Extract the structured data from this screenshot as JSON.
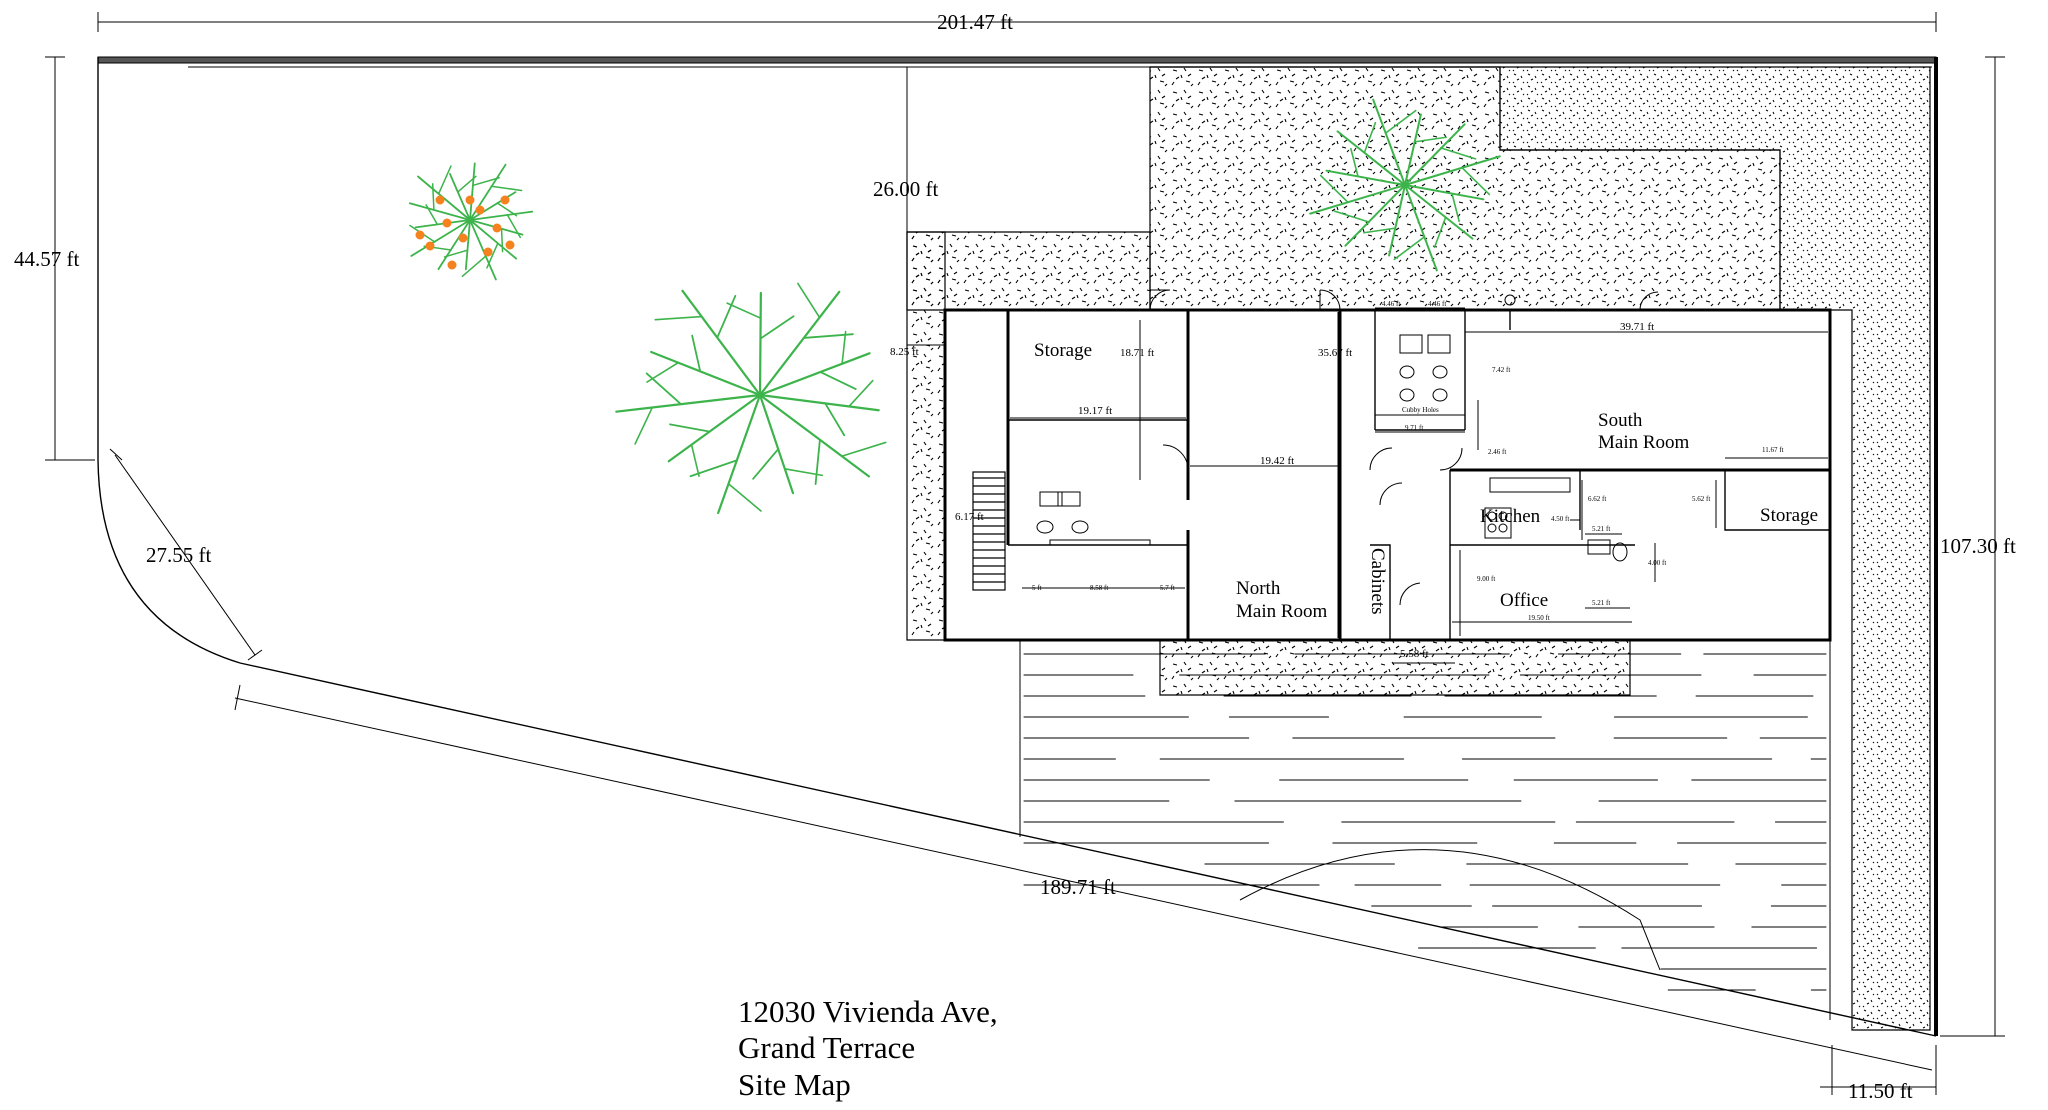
{
  "title": {
    "line1": "12030 Vivienda Ave,",
    "line2": "Grand Terrace",
    "line3": "Site Map"
  },
  "dimensions": {
    "top_width": "201.47 ft",
    "right_height": "107.30 ft",
    "left_height": "44.57 ft",
    "arc_length": "27.55 ft",
    "south_diagonal": "189.71 ft",
    "bottom_right": "11.50 ft",
    "setback": "26.00 ft",
    "storage_depth": "18.71 ft",
    "storage_width": "19.17 ft",
    "north_main_width": "19.42 ft",
    "building_depth": "35.67 ft",
    "south_main_width": "39.71 ft",
    "side_gap": "8.25 ft",
    "stair_width": "6.17 ft",
    "restroom_width": "9.71 ft",
    "restroom_depth": "7.42 ft",
    "corridor": "2.46 ft",
    "stall_a": "4.46 ft",
    "stall_b": "4.46 ft",
    "storage2_width": "11.67 ft",
    "storage2_depth": "5.62 ft",
    "kitchen_depth": "6.62 ft",
    "kitchen_gap": "4.50 ft",
    "office_sink_top": "5.21 ft",
    "office_sink_bottom": "5.21 ft",
    "office_closet": "4.00 ft",
    "office_depth": "9.00 ft",
    "office_width": "19.50 ft",
    "hall": "5.58 ft",
    "walk_a": "5 ft",
    "walk_b": "8.58 ft",
    "walk_c": "5.7 ft",
    "stall_label": "Cubby Holes"
  },
  "rooms": {
    "storage": "Storage",
    "south_main_1": "South",
    "south_main_2": "Main Room",
    "north_main_1": "North",
    "north_main_2": "Main Room",
    "cabinets": "Cabinets",
    "kitchen": "Kitchen",
    "office": "Office",
    "storage2": "Storage"
  },
  "colors": {
    "tree_green": "#3cb44b",
    "fruit_orange": "#f5821f",
    "line": "#000000"
  },
  "icons": [
    "fruit-tree-icon",
    "large-tree-icon",
    "shade-tree-icon",
    "staircase-icon"
  ]
}
